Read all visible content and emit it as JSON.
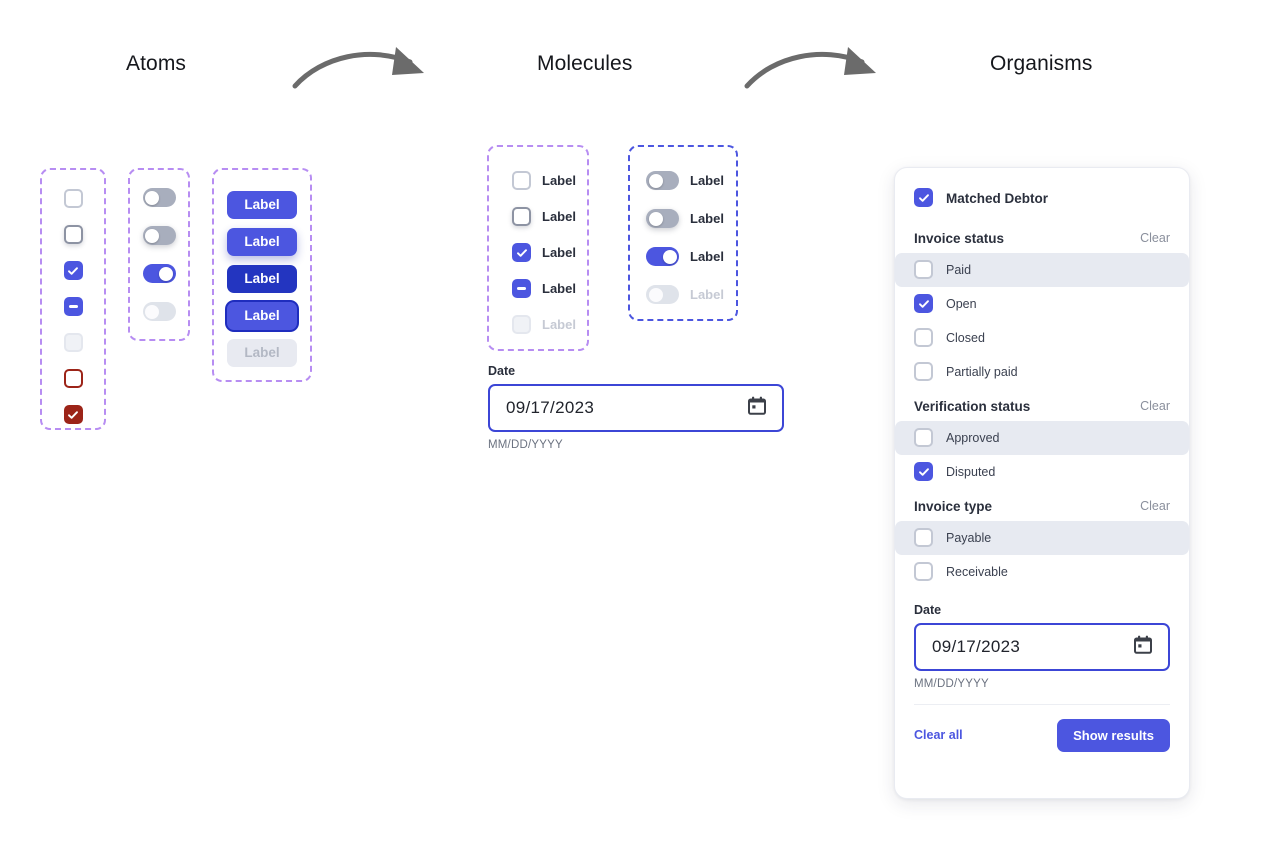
{
  "stages": {
    "atoms": "Atoms",
    "molecules": "Molecules",
    "organisms": "Organisms"
  },
  "icons": {
    "arrow": "curved-arrow-right-icon",
    "check": "checkmark-icon",
    "indeterminate": "minus-icon",
    "calendar": "calendar-icon"
  },
  "atoms": {
    "checkboxes": [
      {
        "state": "default",
        "name": "checkbox-default"
      },
      {
        "state": "hover",
        "name": "checkbox-hover"
      },
      {
        "state": "checked",
        "name": "checkbox-checked"
      },
      {
        "state": "indeterminate",
        "name": "checkbox-indeterminate"
      },
      {
        "state": "disabled",
        "name": "checkbox-disabled"
      },
      {
        "state": "error",
        "name": "checkbox-error"
      },
      {
        "state": "error-checked",
        "name": "checkbox-error-checked"
      }
    ],
    "toggles": [
      {
        "state": "off",
        "name": "toggle-off"
      },
      {
        "state": "off-hover",
        "name": "toggle-off-hover"
      },
      {
        "state": "on",
        "name": "toggle-on"
      },
      {
        "state": "disabled",
        "name": "toggle-disabled"
      }
    ],
    "buttons": [
      {
        "label": "Label",
        "state": "default"
      },
      {
        "label": "Label",
        "state": "hover"
      },
      {
        "label": "Label",
        "state": "active"
      },
      {
        "label": "Label",
        "state": "focus"
      },
      {
        "label": "Label",
        "state": "disabled"
      }
    ]
  },
  "molecules": {
    "checkbox_list": [
      {
        "label": "Label",
        "state": "default"
      },
      {
        "label": "Label",
        "state": "hover"
      },
      {
        "label": "Label",
        "state": "checked"
      },
      {
        "label": "Label",
        "state": "indeterminate"
      },
      {
        "label": "Label",
        "state": "disabled"
      }
    ],
    "toggle_list": [
      {
        "label": "Label",
        "state": "off"
      },
      {
        "label": "Label",
        "state": "off-hover"
      },
      {
        "label": "Label",
        "state": "on"
      },
      {
        "label": "Label",
        "state": "disabled"
      }
    ],
    "date": {
      "label": "Date",
      "value": "09/17/2023",
      "hint": "MM/DD/YYYY"
    }
  },
  "organisms": {
    "matched_debtor": {
      "label": "Matched Debtor",
      "checked": true
    },
    "groups": [
      {
        "title": "Invoice status",
        "clear": "Clear",
        "options": [
          {
            "label": "Paid",
            "checked": false,
            "highlight": true
          },
          {
            "label": "Open",
            "checked": true,
            "highlight": false
          },
          {
            "label": "Closed",
            "checked": false,
            "highlight": false
          },
          {
            "label": "Partially paid",
            "checked": false,
            "highlight": false
          }
        ]
      },
      {
        "title": "Verification status",
        "clear": "Clear",
        "options": [
          {
            "label": "Approved",
            "checked": false,
            "highlight": true
          },
          {
            "label": "Disputed",
            "checked": true,
            "highlight": false
          }
        ]
      },
      {
        "title": "Invoice type",
        "clear": "Clear",
        "options": [
          {
            "label": "Payable",
            "checked": false,
            "highlight": true
          },
          {
            "label": "Receivable",
            "checked": false,
            "highlight": false
          }
        ]
      }
    ],
    "date": {
      "label": "Date",
      "value": "09/17/2023",
      "hint": "MM/DD/YYYY"
    },
    "footer": {
      "clear_all": "Clear all",
      "submit": "Show results"
    }
  },
  "colors": {
    "primary": "#4c56e0",
    "primary_active": "#2335c0",
    "error": "#9c2418",
    "spec_purple": "#b78df2",
    "spec_blue": "#4c56e0",
    "row_highlight": "#e7eaf1"
  }
}
